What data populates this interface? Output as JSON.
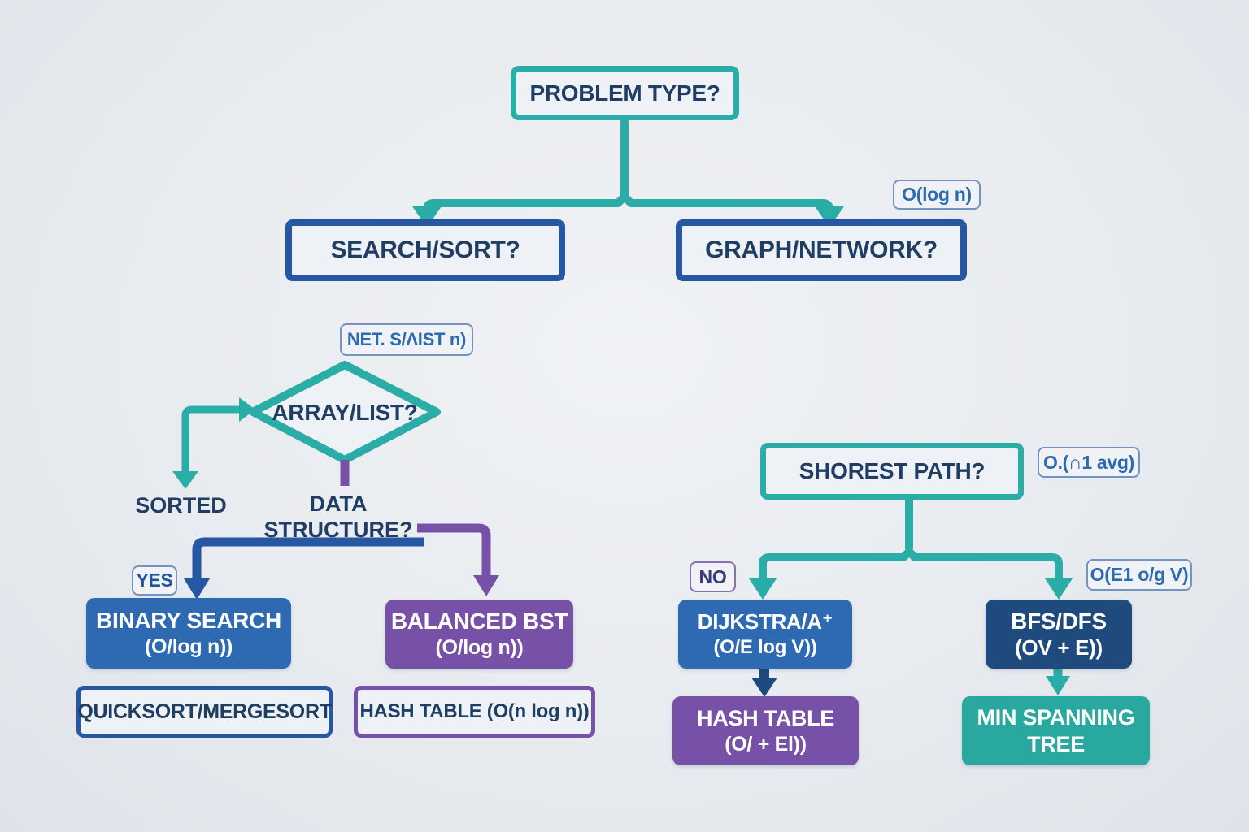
{
  "nodes": {
    "problem_type": {
      "label": "PROBLEM TYPE?"
    },
    "search_sort": {
      "label": "SEARCH/SORT?"
    },
    "graph_network": {
      "label": "GRAPH/NETWORK?"
    },
    "array_list": {
      "label": "ARRAY/LIST?"
    },
    "sorted": {
      "label": "SORTED"
    },
    "data_structure": {
      "label": "DATA STRUCTURE?"
    },
    "binary_search": {
      "title": "BINARY SEARCH",
      "subtitle": "(O/log n))"
    },
    "balanced_bst": {
      "title": "BALANCED BST",
      "subtitle": "(O/log n))"
    },
    "quicksort_mergesort": {
      "label": "QUICKSORT/MERGESORT"
    },
    "hash_table_outlined": {
      "label": "HASH TABLE (O(n log n))"
    },
    "shortest_path": {
      "label": "SHOREST PATH?"
    },
    "dijkstra": {
      "title": "DIJKSTRA/A⁺",
      "subtitle": "(O/E log V))"
    },
    "bfs_dfs": {
      "title": "BFS/DFS",
      "subtitle": "(OV + E))"
    },
    "hash_table_filled": {
      "title": "HASH TABLE",
      "subtitle": "(O/ + El))"
    },
    "min_spanning_tree": {
      "label": "MIN SPANNING TREE"
    }
  },
  "annotations": {
    "o_log_n": "O(log n)",
    "net_list": "NET. S/ΛIST n)",
    "yes": "YES",
    "no": "NO",
    "o_n1_avg": "O.(∩1 avg)",
    "o_e1_og_v": "O(E1 o/g V)"
  },
  "colors": {
    "teal": "#2aada6",
    "blue_border": "#2557a3",
    "blue_fill": "#2d6ab2",
    "navy_fill": "#1e4a7d",
    "purple": "#7751a8",
    "teal_fill": "#29a89f",
    "text_navy": "#203e63",
    "label_blue": "#2d6bb0",
    "background": "#e8ebef"
  }
}
